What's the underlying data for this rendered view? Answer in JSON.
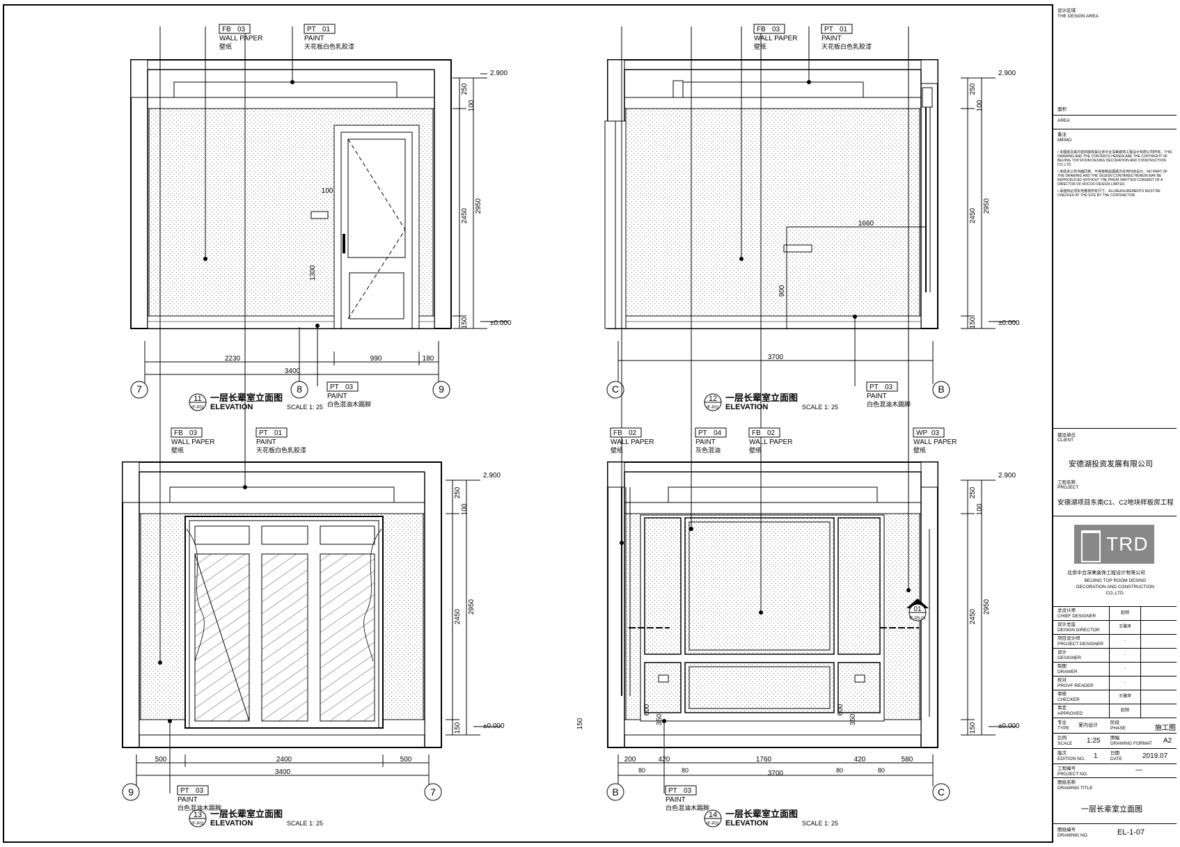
{
  "views": [
    {
      "number": "11",
      "ref": "IF-P01",
      "title_cn": "一层长辈室立面图",
      "title_en": "ELEVATION",
      "scale": "SCALE 1: 25",
      "grid_left": "7",
      "grid_mid": "8",
      "grid_right": "9",
      "dims_bottom": [
        "2230",
        "990",
        "180"
      ],
      "dim_total": "3400",
      "dims_side": [
        "250",
        "100",
        "2450",
        "2950",
        "150"
      ],
      "extra_dims": [
        "100",
        "1300"
      ],
      "levels": [
        "2.900",
        "±0.000"
      ],
      "tags": [
        {
          "code": "FB",
          "no": "03",
          "name": "WALL PAPER",
          "cn": "壁纸"
        },
        {
          "code": "PT",
          "no": "01",
          "name": "PAINT",
          "cn": "天花板白色乳胶漆"
        },
        {
          "code": "PT",
          "no": "03",
          "name": "PAINT",
          "cn": "白色混油木踢脚"
        }
      ]
    },
    {
      "number": "12",
      "ref": "IF-P01",
      "title_cn": "一层长辈室立面图",
      "title_en": "ELEVATION",
      "scale": "SCALE 1: 25",
      "grid_left": "C",
      "grid_right": "B",
      "dim_total": "3700",
      "dims_side": [
        "250",
        "100",
        "2450",
        "2950",
        "150"
      ],
      "extra_dims": [
        "1660",
        "900"
      ],
      "levels": [
        "2.900",
        "±0.000"
      ],
      "tags": [
        {
          "code": "FB",
          "no": "03",
          "name": "WALL PAPER",
          "cn": "壁纸"
        },
        {
          "code": "PT",
          "no": "01",
          "name": "PAINT",
          "cn": "天花板白色乳胶漆"
        },
        {
          "code": "PT",
          "no": "03",
          "name": "PAINT",
          "cn": "白色混油木踢脚"
        }
      ]
    },
    {
      "number": "13",
      "ref": "IF-P01",
      "title_cn": "一层长辈室立面图",
      "title_en": "ELEVATION",
      "scale": "SCALE 1: 25",
      "grid_left": "9",
      "grid_right": "7",
      "dims_bottom": [
        "500",
        "2400",
        "500"
      ],
      "dim_total": "3400",
      "dims_side": [
        "250",
        "100",
        "2450",
        "2950",
        "150"
      ],
      "levels": [
        "2.900",
        "±0.000"
      ],
      "tags": [
        {
          "code": "FB",
          "no": "03",
          "name": "WALL PAPER",
          "cn": "壁纸"
        },
        {
          "code": "PT",
          "no": "01",
          "name": "PAINT",
          "cn": "天花板白色乳胶漆"
        },
        {
          "code": "PT",
          "no": "03",
          "name": "PAINT",
          "cn": "白色混油木踢脚"
        }
      ]
    },
    {
      "number": "14",
      "ref": "IF-P01",
      "title_cn": "一层长辈室立面图",
      "title_en": "ELEVATION",
      "scale": "SCALE 1: 25",
      "grid_left": "B",
      "grid_right": "C",
      "dims_bottom": [
        "200",
        "420",
        "1760",
        "420",
        "580"
      ],
      "dims_small": [
        "80",
        "80",
        "80",
        "80"
      ],
      "dim_total": "3700",
      "dims_side": [
        "250",
        "100",
        "2450",
        "2950",
        "150"
      ],
      "extra_dims": [
        "150",
        "600",
        "600",
        "350",
        "350"
      ],
      "levels": [
        "2.900",
        "±0.000"
      ],
      "detail": {
        "no": "01",
        "ref": "IF-D5-01"
      },
      "tags": [
        {
          "code": "FB",
          "no": "02",
          "name": "WALL PAPER",
          "cn": "壁纸"
        },
        {
          "code": "PT",
          "no": "04",
          "name": "PAINT",
          "cn": "灰色混油"
        },
        {
          "code": "FB",
          "no": "02",
          "name": "WALL PAPER",
          "cn": "壁纸"
        },
        {
          "code": "WP",
          "no": "03",
          "name": "WALL PAPER",
          "cn": "壁纸"
        },
        {
          "code": "PT",
          "no": "03",
          "name": "PAINT",
          "cn": "白色混油木踢脚"
        }
      ]
    }
  ],
  "title_block": {
    "design_area_cn": "设计区域",
    "design_area_en": "THE DESIGN AREA",
    "area_cn": "面积",
    "area_en": "AREA",
    "memo_cn": "备注",
    "memo_en": "MEMO",
    "memo_lines": [
      "• 本图纸及其内容的版权属北京中合深美装饰工程设计有限公司所有。THIS DRAWING AND THE CONTENTS HEREIN ARE THE COPYRIGHT OF BEIJING TOP ROOM DESING DECORATION AND CONSTRUCTION CO.,LTD.",
      "• 未经本公司书面同意，不得复制此图纸内任何内容设计。NO PART OF THE DRAWING AND THE DESIGN CONTAINED HEREIN MAY BE REPRODUCED WITHOUT THE PRIOR WRITTEN CONSENT OF A DIRECTOR OF ROCOO DESIGN LIMITED.",
      "• 承建商必须实地量核所有尺寸。ALLMEASUREMENTS MUST BE CHECKED AT THE SITE BY THE CONTRACTOR."
    ],
    "client_cn": "建设单位",
    "client_en": "CLIENT",
    "client_name": "安德湖投资发展有限公司",
    "project_cn": "工程名称",
    "project_en": "PROJECT",
    "project_name": "安德湖项目东南C1、C2地块样板房工程",
    "logo_text": "TRD",
    "company_cn": "北京中合深美装饰工程设计有限公司",
    "company_en": "BEIJING TOP ROOM DESING DECORATION AND CONSTRUCTION CO.,LTD.",
    "roles": [
      {
        "cn": "总设计师",
        "en": "CHIEF DESIGNER",
        "sig": "赵刚"
      },
      {
        "cn": "设计总监",
        "en": "DESIGN DIRECTOR",
        "sig": "王雅萍"
      },
      {
        "cn": "项目设计师",
        "en": "PROJECT DESIGNER",
        "sig": "-"
      },
      {
        "cn": "设计",
        "en": "DESIGNER",
        "sig": "-"
      },
      {
        "cn": "制图",
        "en": "DRAWER",
        "sig": "-"
      },
      {
        "cn": "校对",
        "en": "PROVF-READER",
        "sig": "-"
      },
      {
        "cn": "审核",
        "en": "CHECKER",
        "sig": "王雅萍"
      },
      {
        "cn": "审定",
        "en": "APPROVED",
        "sig": "赵刚"
      }
    ],
    "type_cn": "专业",
    "type_en": "TYPE",
    "type_val": "室内设计",
    "phase_cn": "阶段",
    "phase_en": "PHASE",
    "phase_val": "施工图",
    "scale_cn": "比例",
    "scale_en": "SCALE",
    "scale_val": "1:25",
    "format_cn": "图幅",
    "format_en": "DRAWING FORMAT",
    "format_val": "A2",
    "edition_cn": "版次",
    "edition_en": "EDITION NO.",
    "edition_val": "1",
    "date_cn": "日期",
    "date_en": "DATE",
    "date_val": "2019.07",
    "projno_cn": "工程编号",
    "projno_en": "PROJECT NO.",
    "projno_val": "—",
    "dtitle_cn": "图纸名称",
    "dtitle_en": "DRAWING  TITLE",
    "dtitle_val": "一层长辈室立面图",
    "dno_cn": "图纸编号",
    "dno_en": "DRAWING NO.",
    "dno_val": "EL-1-07"
  }
}
